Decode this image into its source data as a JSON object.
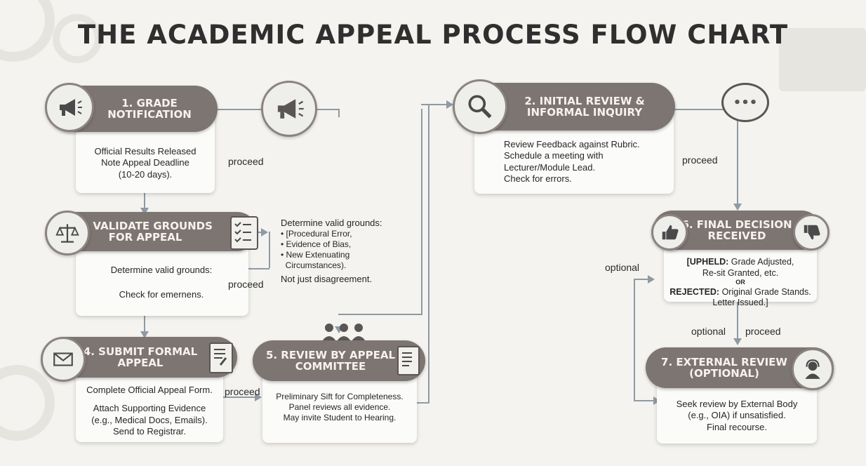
{
  "title": "THE ACADEMIC APPEAL PROCESS FLOW CHART",
  "steps": {
    "s1": {
      "line1": "1. GRADE",
      "line2": "NOTIFICATION",
      "text": [
        "Official Results Released",
        "Note Appeal Deadline",
        "(10-20 days)."
      ]
    },
    "s2": {
      "line1": "2. INITIAL REVIEW &",
      "line2": "INFORMAL INQUIRY",
      "text": [
        "Review Feedback against Rubric.",
        "Schedule a meeting with",
        "Lecturer/Module Lead.",
        "Check for errors."
      ]
    },
    "s3": {
      "line1": "3. VALIDATE GROUNDS",
      "line2": "FOR APPEAL",
      "text1": "Determine valid grounds:",
      "text2": "Check for emernens."
    },
    "s4": {
      "line1": "4. SUBMIT FORMAL",
      "line2": "APPEAL",
      "text": [
        "Complete Official Appeal Form.",
        "Attach Supporting Evidence",
        "(e.g., Medical Docs, Emails).",
        "Send to Registrar."
      ]
    },
    "s5": {
      "line1": "5. REVIEW BY APPEAL",
      "line2": "COMMITTEE",
      "text": [
        "Preliminary Sift for Completeness.",
        "Panel reviews all evidence.",
        "May invite Student to Hearing."
      ]
    },
    "s6": {
      "line1": "6. FINAL DECISION",
      "line2": "RECEIVED",
      "upheld_label": "[UPHELD:",
      "upheld_text": "Grade Adjusted,",
      "upheld_text2": "Re-sit Granted, etc.",
      "or": "OR",
      "rejected_label": "REJECTED:",
      "rejected_text": "Original Grade Stands.",
      "rejected_text2": "Letter Issued.]"
    },
    "s7": {
      "line1": "7. EXTERNAL REVIEW",
      "line2": "(OPTIONAL)",
      "text": [
        "Seek review by External Body",
        "(e.g., OIA) if unsatisfied.",
        "Final recourse."
      ]
    }
  },
  "grounds_note": {
    "heading": "Determine valid grounds:",
    "items": [
      "• [Procedural Error,",
      "• Evidence of Bias,",
      "• New Extenuating",
      "  Circumstances)."
    ],
    "footer": "Not just disagreement."
  },
  "connectors": {
    "proceed": "proceed",
    "optional": "optional"
  },
  "icons": [
    "megaphone-icon",
    "magnifier-icon",
    "scales-icon",
    "checklist-icon",
    "envelope-icon",
    "document-icon",
    "committee-icon",
    "thumbs-up-icon",
    "thumbs-down-icon",
    "speech-bubble-icon",
    "support-agent-icon"
  ]
}
